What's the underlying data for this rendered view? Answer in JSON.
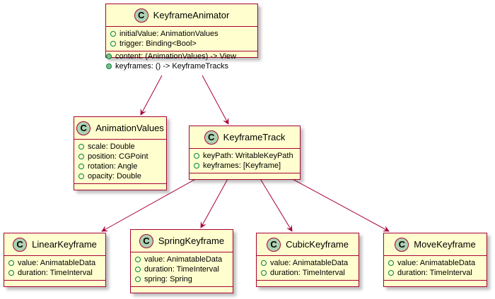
{
  "diagram": {
    "type": "uml-class",
    "colors": {
      "box_fill": "#FEFECE",
      "box_border": "#A80036",
      "badge_fill": "#ADD1B2",
      "visibility_marker": "#038048",
      "arrow": "#A80036"
    },
    "classes": [
      {
        "id": "KeyframeAnimator",
        "stereotype_badge": "C",
        "name": "KeyframeAnimator",
        "fields": [
          {
            "visibility": "public",
            "text": "initialValue: AnimationValues"
          },
          {
            "visibility": "public",
            "text": "trigger: Binding<Bool>"
          }
        ],
        "methods": [
          {
            "visibility": "public",
            "text": "content: (AnimationValues) -> View"
          },
          {
            "visibility": "public",
            "text": "keyframes: () -> KeyframeTracks"
          }
        ]
      },
      {
        "id": "AnimationValues",
        "stereotype_badge": "C",
        "name": "AnimationValues",
        "fields": [
          {
            "visibility": "public",
            "text": "scale: Double"
          },
          {
            "visibility": "public",
            "text": "position: CGPoint"
          },
          {
            "visibility": "public",
            "text": "rotation: Angle"
          },
          {
            "visibility": "public",
            "text": "opacity: Double"
          }
        ],
        "methods": []
      },
      {
        "id": "KeyframeTrack",
        "stereotype_badge": "C",
        "name": "KeyframeTrack",
        "fields": [
          {
            "visibility": "public",
            "text": "keyPath: WritableKeyPath"
          },
          {
            "visibility": "public",
            "text": "keyframes: [Keyframe]"
          }
        ],
        "methods": []
      },
      {
        "id": "LinearKeyframe",
        "stereotype_badge": "C",
        "name": "LinearKeyframe",
        "fields": [
          {
            "visibility": "public",
            "text": "value: AnimatableData"
          },
          {
            "visibility": "public",
            "text": "duration: TimeInterval"
          }
        ],
        "methods": []
      },
      {
        "id": "SpringKeyframe",
        "stereotype_badge": "C",
        "name": "SpringKeyframe",
        "fields": [
          {
            "visibility": "public",
            "text": "value: AnimatableData"
          },
          {
            "visibility": "public",
            "text": "duration: TimeInterval"
          },
          {
            "visibility": "public",
            "text": "spring: Spring"
          }
        ],
        "methods": []
      },
      {
        "id": "CubicKeyframe",
        "stereotype_badge": "C",
        "name": "CubicKeyframe",
        "fields": [
          {
            "visibility": "public",
            "text": "value: AnimatableData"
          },
          {
            "visibility": "public",
            "text": "duration: TimeInterval"
          }
        ],
        "methods": []
      },
      {
        "id": "MoveKeyframe",
        "stereotype_badge": "C",
        "name": "MoveKeyframe",
        "fields": [
          {
            "visibility": "public",
            "text": "value: AnimatableData"
          },
          {
            "visibility": "public",
            "text": "duration: TimeInterval"
          }
        ],
        "methods": []
      }
    ],
    "relations": [
      {
        "from": "KeyframeAnimator",
        "to": "AnimationValues",
        "type": "association-arrow"
      },
      {
        "from": "KeyframeAnimator",
        "to": "KeyframeTrack",
        "type": "association-arrow"
      },
      {
        "from": "KeyframeTrack",
        "to": "LinearKeyframe",
        "type": "association-arrow"
      },
      {
        "from": "KeyframeTrack",
        "to": "SpringKeyframe",
        "type": "association-arrow"
      },
      {
        "from": "KeyframeTrack",
        "to": "CubicKeyframe",
        "type": "association-arrow"
      },
      {
        "from": "KeyframeTrack",
        "to": "MoveKeyframe",
        "type": "association-arrow"
      }
    ]
  }
}
